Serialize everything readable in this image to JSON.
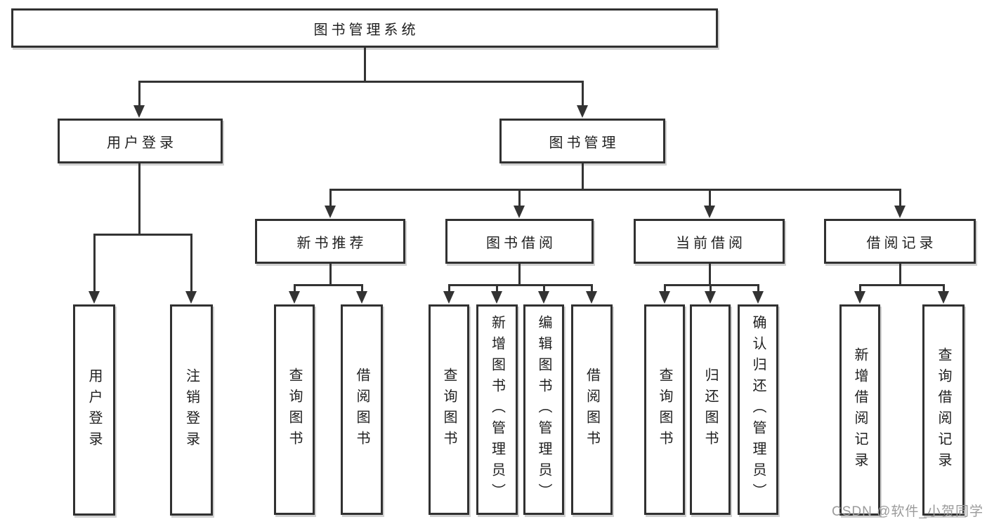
{
  "diagram": {
    "root": {
      "label": "图书管理系统"
    },
    "level2": [
      {
        "label": "用户登录"
      },
      {
        "label": "图书管理"
      }
    ],
    "level3": [
      {
        "label": "新书推荐",
        "parent": "图书管理"
      },
      {
        "label": "图书借阅",
        "parent": "图书管理"
      },
      {
        "label": "当前借阅",
        "parent": "图书管理"
      },
      {
        "label": "借阅记录",
        "parent": "图书管理"
      }
    ],
    "leaves": [
      {
        "label": "用户登录",
        "parent": "用户登录"
      },
      {
        "label": "注销登录",
        "parent": "用户登录"
      },
      {
        "label": "查询图书",
        "parent": "新书推荐"
      },
      {
        "label": "借阅图书",
        "parent": "新书推荐"
      },
      {
        "label": "查询图书",
        "parent": "图书借阅"
      },
      {
        "label": "新增图书（管理员）",
        "parent": "图书借阅"
      },
      {
        "label": "编辑图书（管理员）",
        "parent": "图书借阅"
      },
      {
        "label": "借阅图书",
        "parent": "图书借阅"
      },
      {
        "label": "查询图书",
        "parent": "当前借阅"
      },
      {
        "label": "归还图书",
        "parent": "当前借阅"
      },
      {
        "label": "确认归还（管理员）",
        "parent": "当前借阅"
      },
      {
        "label": "新增借阅记录",
        "parent": "借阅记录"
      },
      {
        "label": "查询借阅记录",
        "parent": "借阅记录"
      }
    ]
  },
  "watermark": "CSDN @软件_小贺同学",
  "colors": {
    "line": "#333333",
    "border": "#313131",
    "text": "#1f1f1f",
    "background": "#ffffff",
    "watermark": "#9b9b9b"
  }
}
